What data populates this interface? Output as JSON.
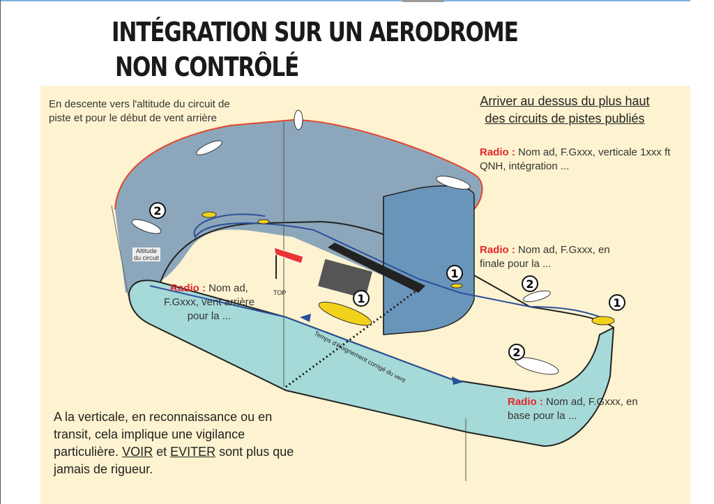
{
  "title": {
    "line1": "INTÉGRATION SUR UN AERODROME",
    "line2": "NON CONTRÔLÉ"
  },
  "notes": {
    "descent": "En descente vers l'altitude du circuit de piste et pour le début de vent arrière",
    "arrive": {
      "line1": "Arriver au dessus du plus haut",
      "line2": "des circuits de pistes publiés"
    },
    "radio_label": "Radio :",
    "radio_vertical": "Nom ad, F.Gxxx, verticale 1xxx ft QNH, intégration ...",
    "radio_finale": "Nom ad, F.Gxxx, en finale pour la ...",
    "radio_vent_arriere": "Nom ad, F.Gxxx, vent arrière pour la ...",
    "radio_base": "Nom ad, F.Gxxx, en base pour la ...",
    "altitude": "Altitude du circuit",
    "top": "TOP",
    "temps": "Temps d'éloignement corrigé du vent",
    "bottom": {
      "p1": "A la verticale, en reconnaissance ou en transit, cela implique une vigilance particulière.",
      "voir": "VOIR",
      "et": "et",
      "eviter": "EVITER",
      "p2": "sont plus que jamais de rigueur."
    }
  },
  "markers": {
    "one": "1",
    "two": "2"
  },
  "colors": {
    "panel": "#fdf3d0",
    "wall": "#6f93b0",
    "band": "#a6dad8",
    "radio": "#e3262b",
    "track": "#2c4f9a"
  }
}
